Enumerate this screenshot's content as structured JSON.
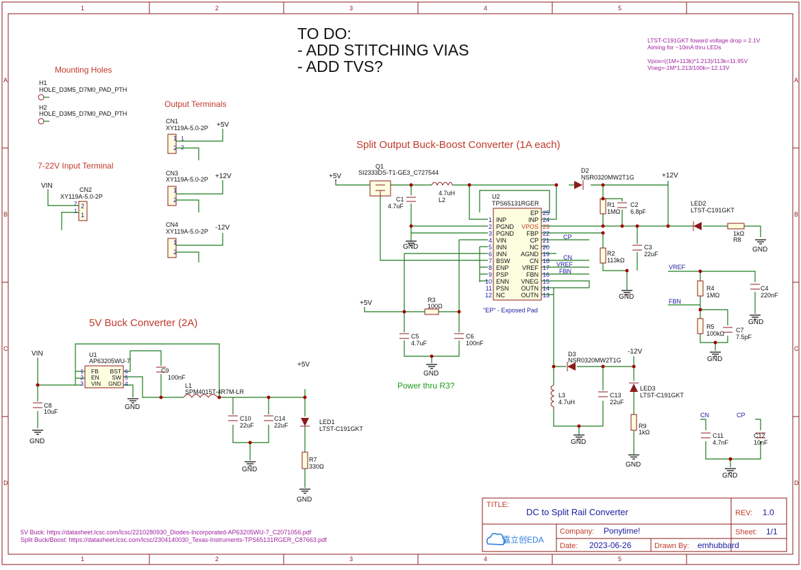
{
  "grid": {
    "cols": [
      "1",
      "2",
      "3",
      "4",
      "5"
    ],
    "rows": [
      "A",
      "B",
      "C",
      "D"
    ]
  },
  "todo": {
    "line1": "TO DO:",
    "line2": "- ADD STITCHING VIAS",
    "line3": "- ADD TVS?"
  },
  "notes": {
    "l1": "LTST-C191GKT foward voltage drop = 2.1V",
    "l2": "Aiming for ~10mA thru LEDs",
    "l3": "Vpos=((1M+113k)*1.213)/113k=11.95V",
    "l4": "Vneg=-1M*1.213/100k=-12.13V"
  },
  "sections": {
    "mounting": "Mounting Holes",
    "output": "Output Terminals",
    "input": "7-22V Input Terminal",
    "buckboost": "Split Output Buck-Boost Converter (1A each)",
    "buck": "5V Buck Converter (2A)",
    "power_note": "Power thru R3?"
  },
  "mounting": [
    {
      "ref": "H1",
      "val": "HOLE_D3M5_D7M0_PAD_PTH"
    },
    {
      "ref": "H2",
      "val": "HOLE_D3M5_D7M0_PAD_PTH"
    }
  ],
  "terminals": [
    {
      "ref": "CN1",
      "val": "XY119A-5.0-2P",
      "net": "+5V"
    },
    {
      "ref": "CN3",
      "val": "XY119A-5.0-2P",
      "net": "+12V"
    },
    {
      "ref": "CN4",
      "val": "XY119A-5.0-2P",
      "net": "-12V"
    }
  ],
  "input_terminal": {
    "ref": "CN2",
    "val": "XY119A-5.0-2P",
    "net": "VIN"
  },
  "nets": {
    "gnd": "GND",
    "p5": "+5V",
    "p12": "+12V",
    "m12": "-12V",
    "vin": "VIN",
    "cp": "CP",
    "cn": "CN",
    "vref": "VREF",
    "fbn": "FBN"
  },
  "pins": {
    "p1": "1",
    "p2": "2"
  },
  "u2": {
    "ref": "U2",
    "val": "TPS65131RGER",
    "note": "\"EP\" - Exposed Pad",
    "left_nums": [
      "1",
      "2",
      "3",
      "4",
      "5",
      "6",
      "7",
      "8",
      "9",
      "10",
      "11",
      "12"
    ],
    "left_names": [
      "INP",
      "PGND",
      "PGND",
      "VIN",
      "INN",
      "INN",
      "BSW",
      "ENP",
      "PSP",
      "ENN",
      "PSN",
      "NC"
    ],
    "right_nums": [
      "25",
      "24",
      "23",
      "22",
      "21",
      "20",
      "19",
      "18",
      "17",
      "16",
      "15",
      "14",
      "13"
    ],
    "right_names": [
      "EP",
      "INP",
      "VPOS",
      "FBP",
      "CP",
      "NC",
      "AGND",
      "CN",
      "VREF",
      "FBN",
      "VNEG",
      "OUTN",
      "OUTN"
    ]
  },
  "u1": {
    "ref": "U1",
    "val": "AP63205WU-7",
    "left_nums": [
      "1",
      "2",
      "3"
    ],
    "left_names": [
      "FB",
      "EN",
      "VIN"
    ],
    "right_nums": [
      "6",
      "5",
      "4"
    ],
    "right_names": [
      "BST",
      "SW",
      "GND"
    ]
  },
  "parts": {
    "q1": {
      "ref": "Q1",
      "val": "SI2333DS-T1-GE3_C727544"
    },
    "l2": {
      "ref": "L2",
      "val": "4.7uH"
    },
    "c1": {
      "ref": "C1",
      "val": "4.7uF"
    },
    "d2": {
      "ref": "D2",
      "val": "NSR0320MW2T1G"
    },
    "r1": {
      "ref": "R1",
      "val": "1MΩ"
    },
    "c2": {
      "ref": "C2",
      "val": "6.8pF"
    },
    "r2": {
      "ref": "R2",
      "val": "113kΩ"
    },
    "c3": {
      "ref": "C3",
      "val": "22uF"
    },
    "led2": {
      "ref": "LED2",
      "val": "LTST-C191GKT"
    },
    "r8": {
      "ref": "R8",
      "val": "1kΩ"
    },
    "r4": {
      "ref": "R4",
      "val": "1MΩ"
    },
    "c4": {
      "ref": "C4",
      "val": "220nF"
    },
    "r5": {
      "ref": "R5",
      "val": "100kΩ"
    },
    "c7": {
      "ref": "C7",
      "val": "7.5pF"
    },
    "r3": {
      "ref": "R3",
      "val": "100Ω"
    },
    "c5": {
      "ref": "C5",
      "val": "4.7uF"
    },
    "c6": {
      "ref": "C6",
      "val": "100nF"
    },
    "d3": {
      "ref": "D3",
      "val": "NSR0320MW2T1G"
    },
    "l3": {
      "ref": "L3",
      "val": "4.7uH"
    },
    "c13": {
      "ref": "C13",
      "val": "22uF"
    },
    "led3": {
      "ref": "LED3",
      "val": "LTST-C191GKT"
    },
    "r9": {
      "ref": "R9",
      "val": "1kΩ"
    },
    "c11": {
      "ref": "C11",
      "val": "4.7nF"
    },
    "c12": {
      "ref": "C12",
      "val": "10nF"
    },
    "c9": {
      "ref": "C9",
      "val": "100nF"
    },
    "l1": {
      "ref": "L1",
      "val": "SPM4015T-4R7M-LR"
    },
    "c8": {
      "ref": "C8",
      "val": "10uF"
    },
    "c10": {
      "ref": "C10",
      "val": "22uF"
    },
    "c14": {
      "ref": "C14",
      "val": "22uF"
    },
    "led1": {
      "ref": "LED1",
      "val": "LTST-C191GKT"
    },
    "r7": {
      "ref": "R7",
      "val": "330Ω"
    }
  },
  "links": {
    "buck": "5V Buck: https://datasheet.lcsc.com/lcsc/2210280930_Diodes-Incorporated-AP63205WU-7_C2071056.pdf",
    "buckboost": "Split Buck/Boost: https://datasheet.lcsc.com/lcsc/2304140030_Texas-Instruments-TPS65131RGER_C87663.pdf"
  },
  "titleblock": {
    "title_label": "TITLE:",
    "title": "DC to Split Rail Converter",
    "rev_label": "REV:",
    "rev": "1.0",
    "company_label": "Company:",
    "company": "Ponytime!",
    "sheet_label": "Sheet:",
    "sheet": "1/1",
    "date_label": "Date:",
    "date": "2023-06-26",
    "drawn_label": "Drawn By:",
    "drawn": "emhubbard",
    "logo": "嘉立创EDA"
  },
  "colors": {
    "border": "#8b1a1a",
    "wire": "#1a7a1a",
    "ref": "#111111",
    "net": "#1a1aa0",
    "section": "#c0392b",
    "note": "#a020a0",
    "title": "#1a1aa0"
  }
}
